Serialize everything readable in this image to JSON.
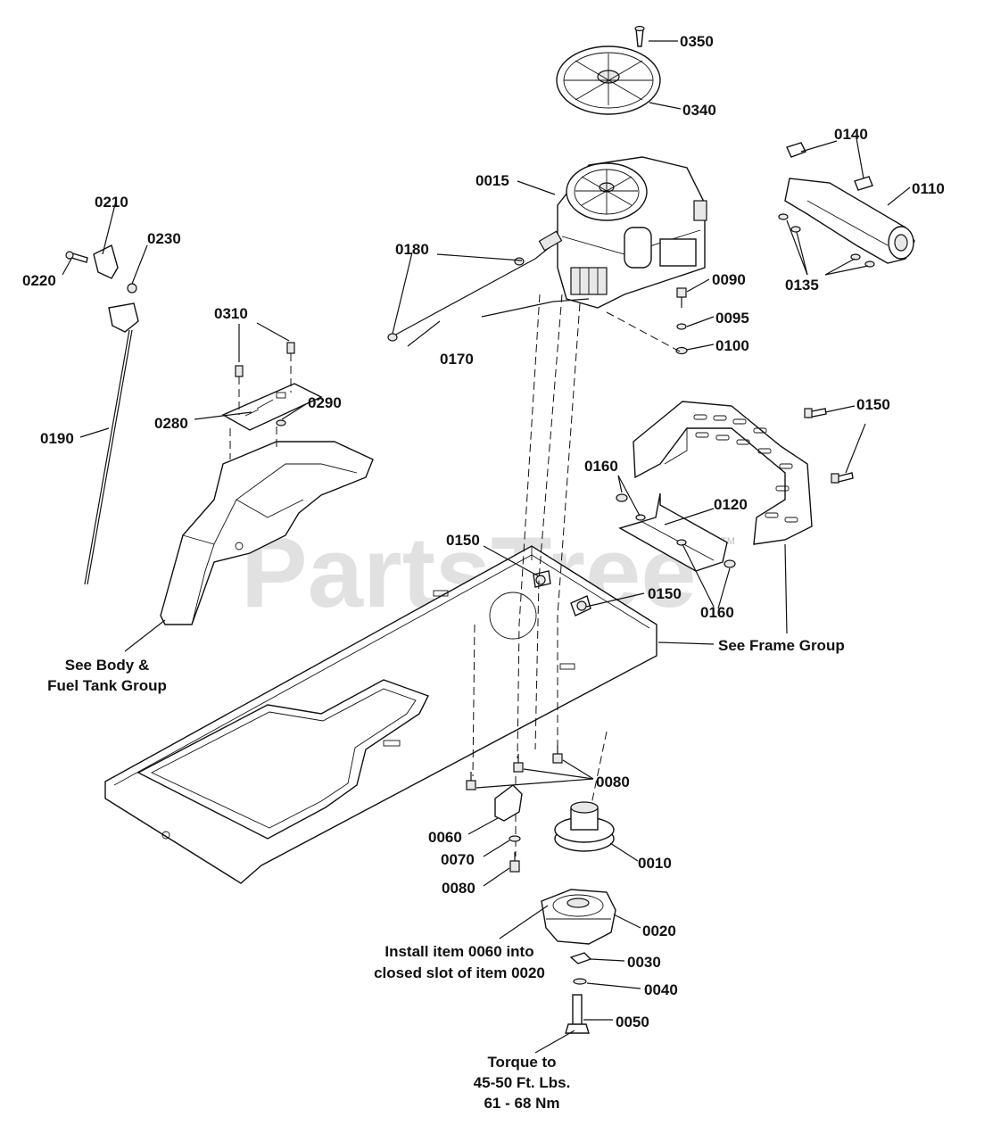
{
  "watermark": {
    "text": "PartsTree",
    "tm": "TM"
  },
  "labels": {
    "p0010": "0010",
    "p0015": "0015",
    "p0020": "0020",
    "p0030": "0030",
    "p0040": "0040",
    "p0050": "0050",
    "p0060": "0060",
    "p0070": "0070",
    "p0080a": "0080",
    "p0080b": "0080",
    "p0090": "0090",
    "p0095": "0095",
    "p0100": "0100",
    "p0110": "0110",
    "p0120": "0120",
    "p0135": "0135",
    "p0140": "0140",
    "p0150a": "0150",
    "p0150b": "0150",
    "p0150c": "0150",
    "p0160a": "0160",
    "p0160b": "0160",
    "p0170": "0170",
    "p0180": "0180",
    "p0190": "0190",
    "p0210": "0210",
    "p0220": "0220",
    "p0230": "0230",
    "p0280": "0280",
    "p0290": "0290",
    "p0310": "0310",
    "p0340": "0340",
    "p0350": "0350"
  },
  "notes": {
    "body_group_1": "See Body &",
    "body_group_2": "Fuel Tank Group",
    "frame_group": "See Frame Group",
    "install_1": "Install item 0060 into",
    "install_2": "closed slot of item 0020",
    "torque_1": "Torque to",
    "torque_2": "45-50 Ft. Lbs.",
    "torque_3": "61 - 68 Nm"
  }
}
